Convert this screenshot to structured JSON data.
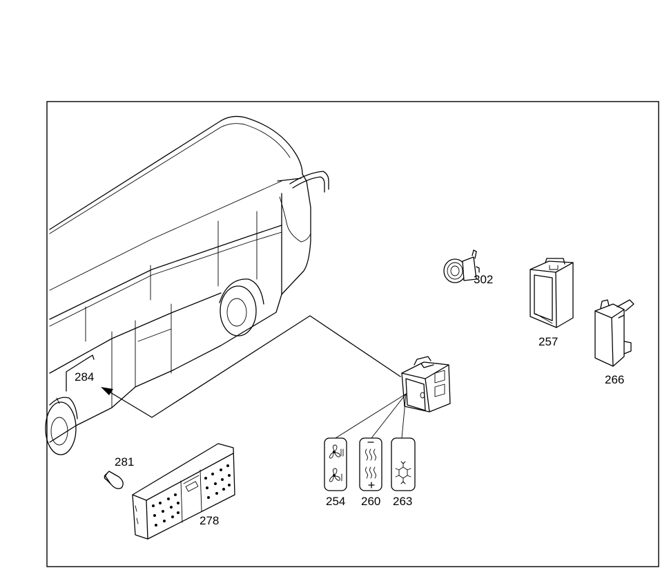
{
  "parts": {
    "p302": "302",
    "p257": "257",
    "p266": "266",
    "p284": "284",
    "p281": "281",
    "p278": "278",
    "p254": "254",
    "p260": "260",
    "p263": "263"
  },
  "icons": {
    "bus": "coach-bus-illustration",
    "indicator": "indicator-lamp-icon",
    "switch": "rocker-switch-icon",
    "frame": "switch-frame-icon",
    "clip": "switch-clip-icon",
    "bulb": "bulb-icon",
    "panel": "control-panel-icon",
    "fan": "fan-icon",
    "heat": "heating-icon",
    "snow": "snowflake-icon"
  }
}
